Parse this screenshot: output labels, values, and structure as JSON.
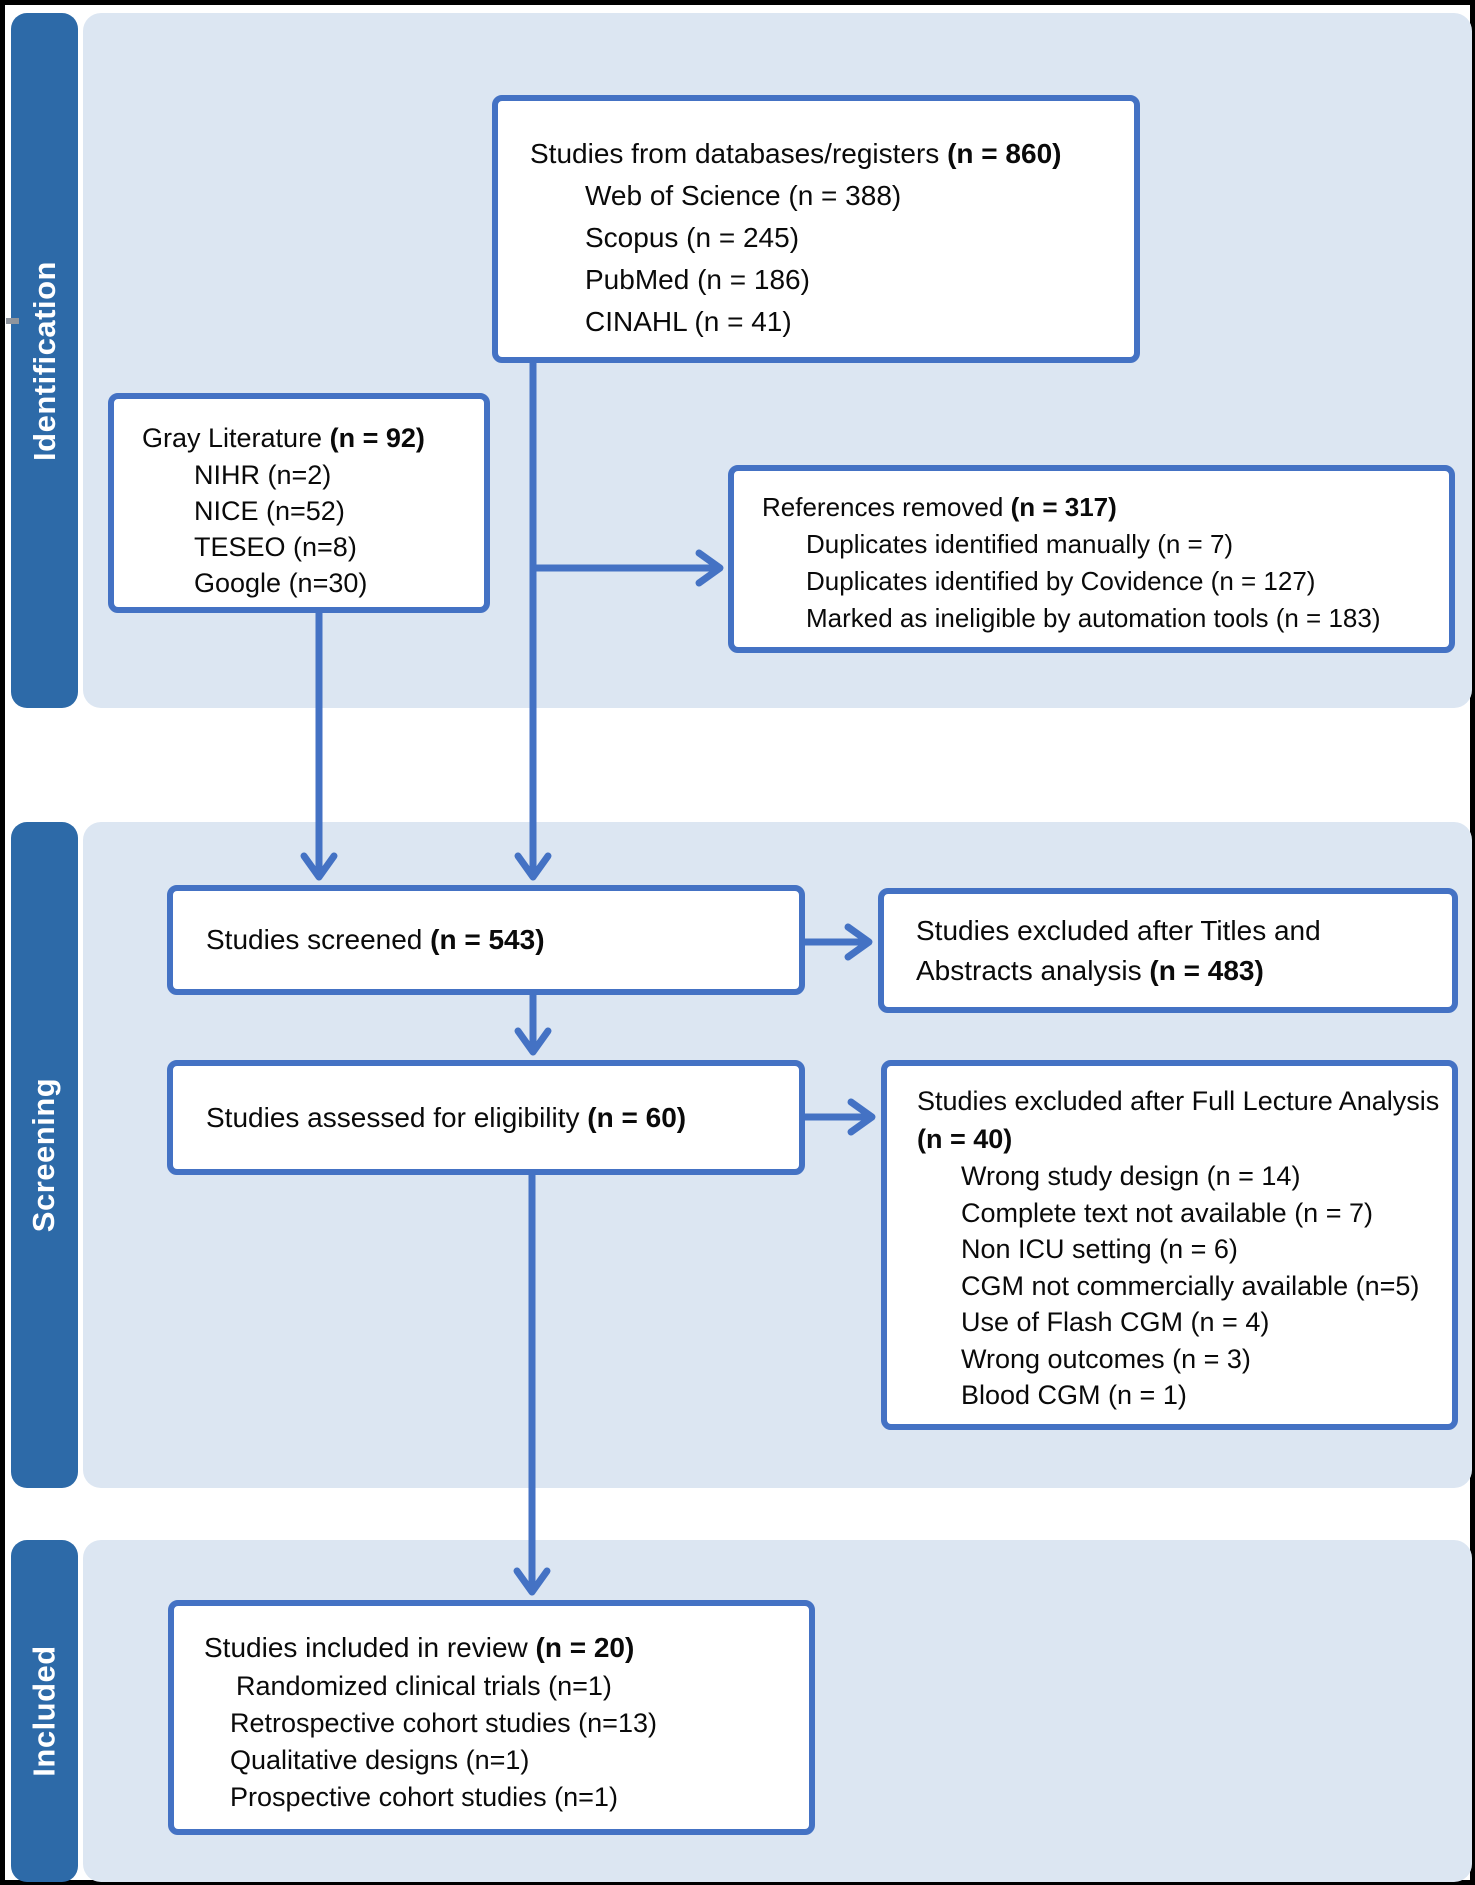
{
  "diagram_type": "PRISMA flow diagram",
  "sidebar": {
    "identification_label": "Identification",
    "screening_label": "Screening",
    "included_label": "Included"
  },
  "colors": {
    "sidebar_bar_blue": "#2d6aa8",
    "band_light_blue": "#dce6f2",
    "box_border_blue": "#4472c4",
    "arrow_blue": "#4472c4",
    "text_black": "#0a0a0a",
    "sidebar_text_white": "#ffffff",
    "figure_border_black": "#000000"
  },
  "boxes": {
    "databases": {
      "title_pre": "Studies from databases/registers ",
      "title_n": "(n = 860)",
      "items": [
        "Web of Science (n = 388)",
        "Scopus (n = 245)",
        "PubMed (n = 186)",
        "CINAHL (n = 41)"
      ]
    },
    "gray_literature": {
      "title_pre": "Gray Literature ",
      "title_n": "(n = 92)",
      "items": [
        "NIHR (n=2)",
        "NICE (n=52)",
        "TESEO (n=8)",
        "Google (n=30)"
      ]
    },
    "references_removed": {
      "title_pre": "References removed ",
      "title_n": "(n = 317)",
      "items": [
        "Duplicates identified manually (n = 7)",
        "Duplicates identified by Covidence (n = 127)",
        "Marked as ineligible by automation tools (n = 183)"
      ]
    },
    "screened": {
      "title_pre": "Studies screened ",
      "title_n": "(n = 543)"
    },
    "excluded_titles_abstracts": {
      "title_pre": "Studies excluded after Titles and Abstracts analysis ",
      "title_n": "(n = 483)"
    },
    "assessed": {
      "title_pre": "Studies assessed for eligibility ",
      "title_n": "(n = 60)"
    },
    "excluded_full_lecture": {
      "title_pre": "Studies excluded after Full Lecture Analysis ",
      "title_n": "(n = 40)",
      "items": [
        "Wrong study design (n = 14)",
        "Complete text not available (n = 7)",
        "Non ICU setting (n = 6)",
        "CGM not commercially available (n=5)",
        "Use of Flash CGM (n = 4)",
        "Wrong outcomes (n = 3)",
        "Blood CGM (n = 1)"
      ]
    },
    "included_review": {
      "title_pre": "Studies included in review ",
      "title_n": "(n = 20)",
      "items": [
        "Randomized clinical trials (n=1)",
        "Retrospective cohort studies (n=13)",
        "Qualitative designs (n=1)",
        "Prospective cohort studies (n=1)"
      ]
    }
  }
}
